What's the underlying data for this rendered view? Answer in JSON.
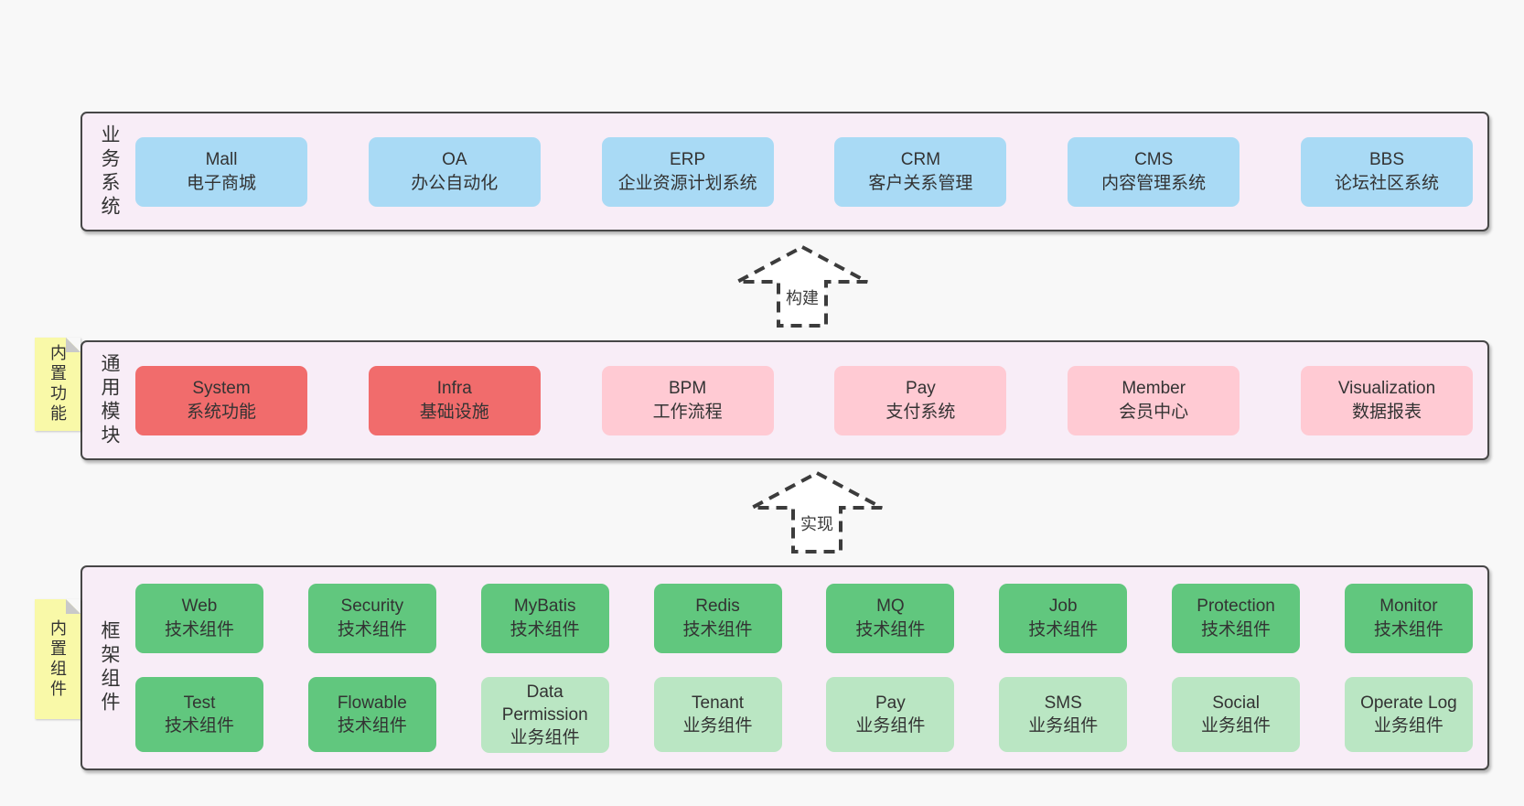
{
  "colors": {
    "page_bg": "#f8f8f8",
    "tier_bg": "#f8edf7",
    "tier_border": "#474747",
    "blue_box": "#a9daf5",
    "red_box": "#f16c6c",
    "pink_box": "#ffcad3",
    "green_box": "#61c77e",
    "light_green_box": "#bae6c3",
    "note_yellow": "#f9f9a8",
    "note_fold_gray": "#c9c9c9",
    "text": "#333333"
  },
  "tiers": {
    "business": {
      "label": "业务系统",
      "boxes": [
        {
          "title": "Mall",
          "subtitle": "电子商城",
          "variant": "blue"
        },
        {
          "title": "OA",
          "subtitle": "办公自动化",
          "variant": "blue"
        },
        {
          "title": "ERP",
          "subtitle": "企业资源计划系统",
          "variant": "blue"
        },
        {
          "title": "CRM",
          "subtitle": "客户关系管理",
          "variant": "blue"
        },
        {
          "title": "CMS",
          "subtitle": "内容管理系统",
          "variant": "blue"
        },
        {
          "title": "BBS",
          "subtitle": "论坛社区系统",
          "variant": "blue"
        }
      ]
    },
    "modules": {
      "label": "通用模块",
      "note": "内置功能",
      "boxes": [
        {
          "title": "System",
          "subtitle": "系统功能",
          "variant": "red"
        },
        {
          "title": "Infra",
          "subtitle": "基础设施",
          "variant": "red"
        },
        {
          "title": "BPM",
          "subtitle": "工作流程",
          "variant": "pink"
        },
        {
          "title": "Pay",
          "subtitle": "支付系统",
          "variant": "pink"
        },
        {
          "title": "Member",
          "subtitle": "会员中心",
          "variant": "pink"
        },
        {
          "title": "Visualization",
          "subtitle": "数据报表",
          "variant": "pink"
        }
      ]
    },
    "framework": {
      "label": "框架组件",
      "note": "内置组件",
      "rows": [
        [
          {
            "title": "Web",
            "subtitle": "技术组件",
            "variant": "green"
          },
          {
            "title": "Security",
            "subtitle": "技术组件",
            "variant": "green"
          },
          {
            "title": "MyBatis",
            "subtitle": "技术组件",
            "variant": "green"
          },
          {
            "title": "Redis",
            "subtitle": "技术组件",
            "variant": "green"
          },
          {
            "title": "MQ",
            "subtitle": "技术组件",
            "variant": "green"
          },
          {
            "title": "Job",
            "subtitle": "技术组件",
            "variant": "green"
          },
          {
            "title": "Protection",
            "subtitle": "技术组件",
            "variant": "green"
          },
          {
            "title": "Monitor",
            "subtitle": "技术组件",
            "variant": "green"
          }
        ],
        [
          {
            "title": "Test",
            "subtitle": "技术组件",
            "variant": "green"
          },
          {
            "title": "Flowable",
            "subtitle": "技术组件",
            "variant": "green"
          },
          {
            "title": "Data Permission",
            "subtitle": "业务组件",
            "variant": "light-green"
          },
          {
            "title": "Tenant",
            "subtitle": "业务组件",
            "variant": "light-green"
          },
          {
            "title": "Pay",
            "subtitle": "业务组件",
            "variant": "light-green"
          },
          {
            "title": "SMS",
            "subtitle": "业务组件",
            "variant": "light-green"
          },
          {
            "title": "Social",
            "subtitle": "业务组件",
            "variant": "light-green"
          },
          {
            "title": "Operate Log",
            "subtitle": "业务组件",
            "variant": "light-green"
          }
        ]
      ]
    }
  },
  "arrows": {
    "build": {
      "label": "构建"
    },
    "implement": {
      "label": "实现"
    }
  }
}
